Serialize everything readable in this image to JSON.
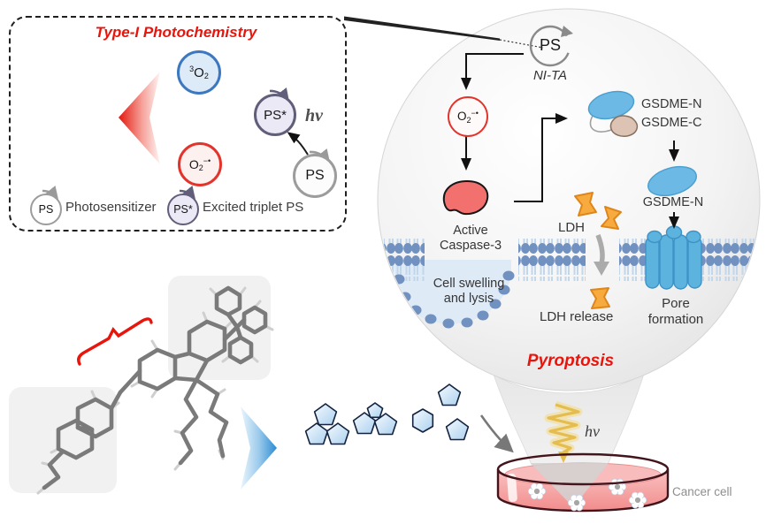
{
  "photochem": {
    "title": "Type-I Photochemistry",
    "o2_triplet": {
      "sup": "3",
      "base": "O",
      "sub": "2"
    },
    "o2_superoxide": {
      "base": "O",
      "sub": "2",
      "sup": "−•"
    },
    "ps_excited": "PS*",
    "ps_ground": "PS",
    "light": "hν",
    "legend": {
      "ps_symbol": "PS",
      "ps_label": "Photosensitizer",
      "ps_star_symbol": "PS*",
      "ps_star_label": "Excited triplet PS"
    }
  },
  "balloon": {
    "ps_symbol": "PS",
    "ps_name": "NI-TA",
    "o2_superoxide": {
      "base": "O",
      "sub": "2",
      "sup": "−•"
    },
    "caspase_label": "Active\nCaspase-3",
    "gsdme_n_top": "GSDME-N",
    "gsdme_c": "GSDME-C",
    "gsdme_n_mid": "GSDME-N",
    "ldh_label": "LDH",
    "ldh_release_label": "LDH release",
    "pore_formation_label": "Pore\nformation",
    "cell_swelling_label": "Cell swelling\nand lysis",
    "pyroptosis_label": "Pyroptosis",
    "light": "hν"
  },
  "dish": {
    "label": "Cancer cell"
  },
  "colors": {
    "accent_red": "#e8150d",
    "pore_blue": "#5cb3dd",
    "lipid_blue": "#7191c1",
    "ldh_orange": "#f7ab3e",
    "caspase_red": "#f2706e",
    "gsdme_blue": "#6cb9e5",
    "dish_pink": "#f79a9a"
  }
}
